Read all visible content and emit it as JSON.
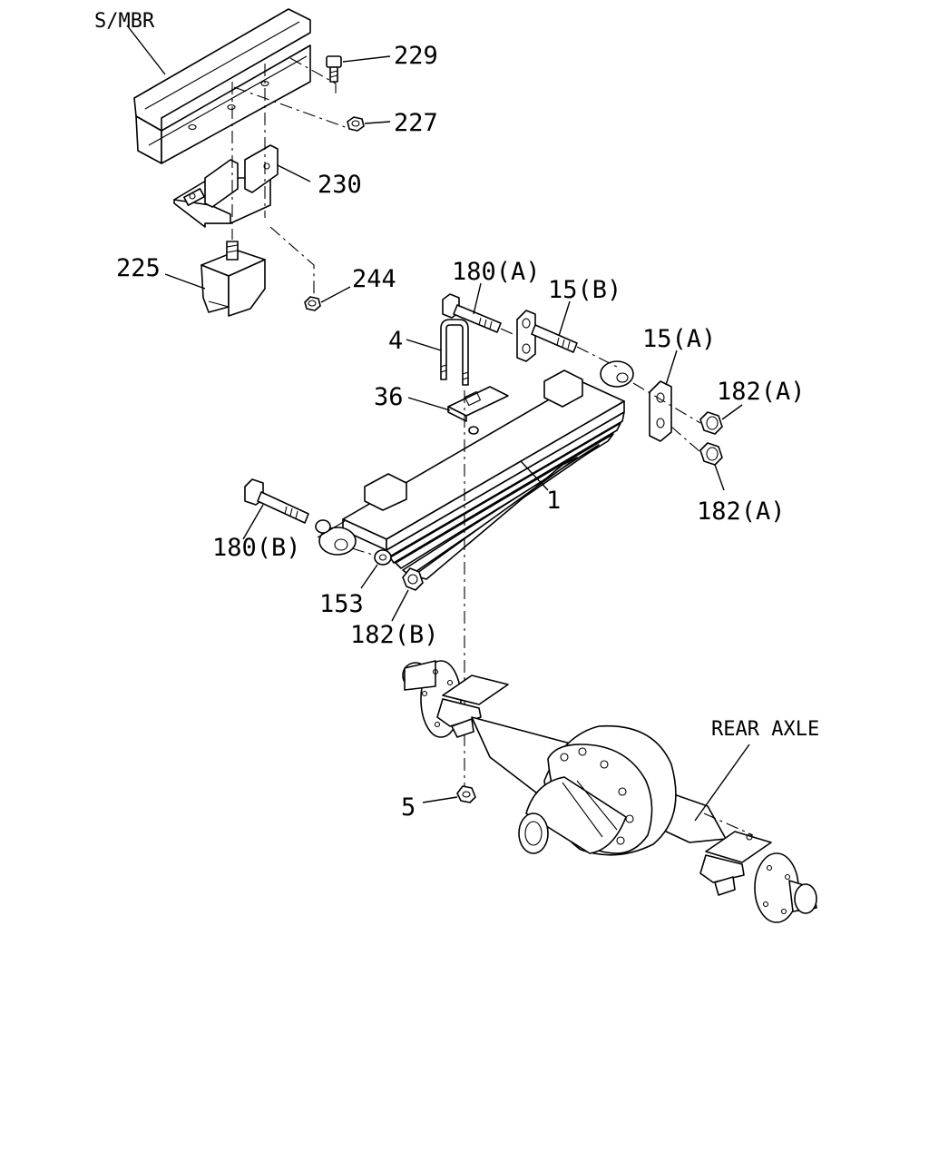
{
  "diagram": {
    "labels": {
      "frame": "S/MBR",
      "rear_axle": "REAR AXLE",
      "p229": "229",
      "p227": "227",
      "p230": "230",
      "p225": "225",
      "p244": "244",
      "p180a": "180(A)",
      "p15b": "15(B)",
      "p15a": "15(A)",
      "p4": "4",
      "p36": "36",
      "p182a_top": "182(A)",
      "p182a_bottom": "182(A)",
      "p1": "1",
      "p180b": "180(B)",
      "p153": "153",
      "p182b": "182(B)",
      "p5": "5"
    },
    "colors": {
      "ink": "#000000",
      "paper": "#ffffff"
    }
  }
}
